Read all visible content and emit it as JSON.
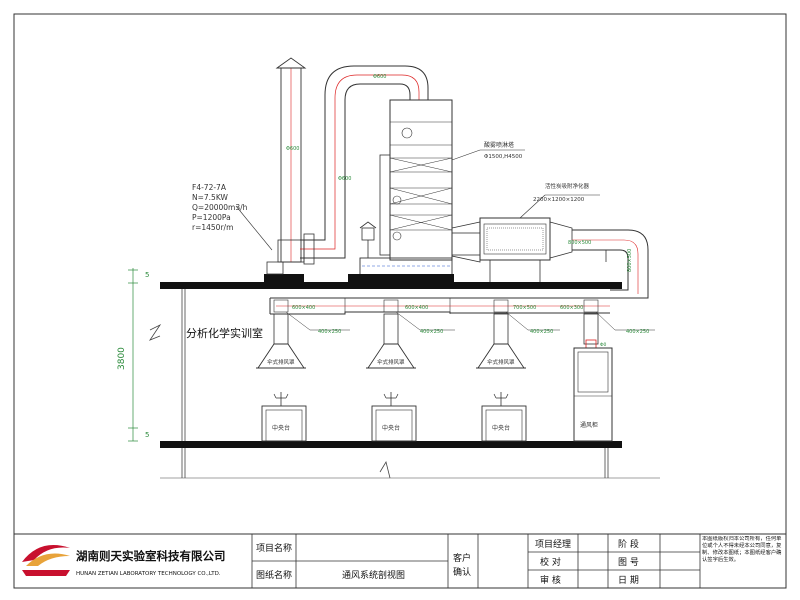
{
  "drawing": {
    "room_label": "分析化学实训室",
    "height_dim": "3800",
    "small_mark": "5",
    "fan": {
      "model": "F4-72-7A",
      "power": "N=7.5KW",
      "flow": "Q=20000m3/h",
      "pressure": "P=1200Pa",
      "speed": "r=1450r/m"
    },
    "pipe_labels": {
      "chimney": "Φ600",
      "loop": "Φ600",
      "tower_pipe": "Φ600",
      "main_duct_1": "600×400",
      "main_duct_2": "600×400",
      "main_duct_3": "700×500",
      "main_duct_4": "600×300",
      "rise_duct": "800×500",
      "branch_1": "400×250",
      "branch_2": "400×250",
      "branch_3": "400×250",
      "branch_4": "400×250",
      "right_pipe": "800×500",
      "fume_duct": "Φ0"
    },
    "scrubber_label": "酸雾喷淋塔",
    "scrubber_dims": "Φ1500,H4500",
    "carbon_label": "活性炭吸附净化器",
    "carbon_dims": "2200×1200×1200",
    "hood_label": "伞式排风罩",
    "bench_label": "中央台",
    "fume_cabinet_label": "通风柜"
  },
  "title_block": {
    "company_cn": "湖南则天实验室科技有限公司",
    "company_en": "HUNAN ZETIAN LABORATORY TECHNOLOGY CO.,LTD.",
    "project_name_label": "项目名称",
    "project_name_value": "",
    "drawing_name_label": "图纸名称",
    "drawing_name_value": "通风系统剖视图",
    "client_confirm": "客户\n确认",
    "project_manager": "项目经理",
    "checker": "校 对",
    "reviewer": "审 核",
    "stage": "阶 段",
    "drawing_no": "图 号",
    "date": "日 期",
    "copyright": "本图纸版权归本公司所有，任何单位或个人不得未经本公司同意，复制、修改本图纸；本图纸经客户确认签字后生效。"
  }
}
